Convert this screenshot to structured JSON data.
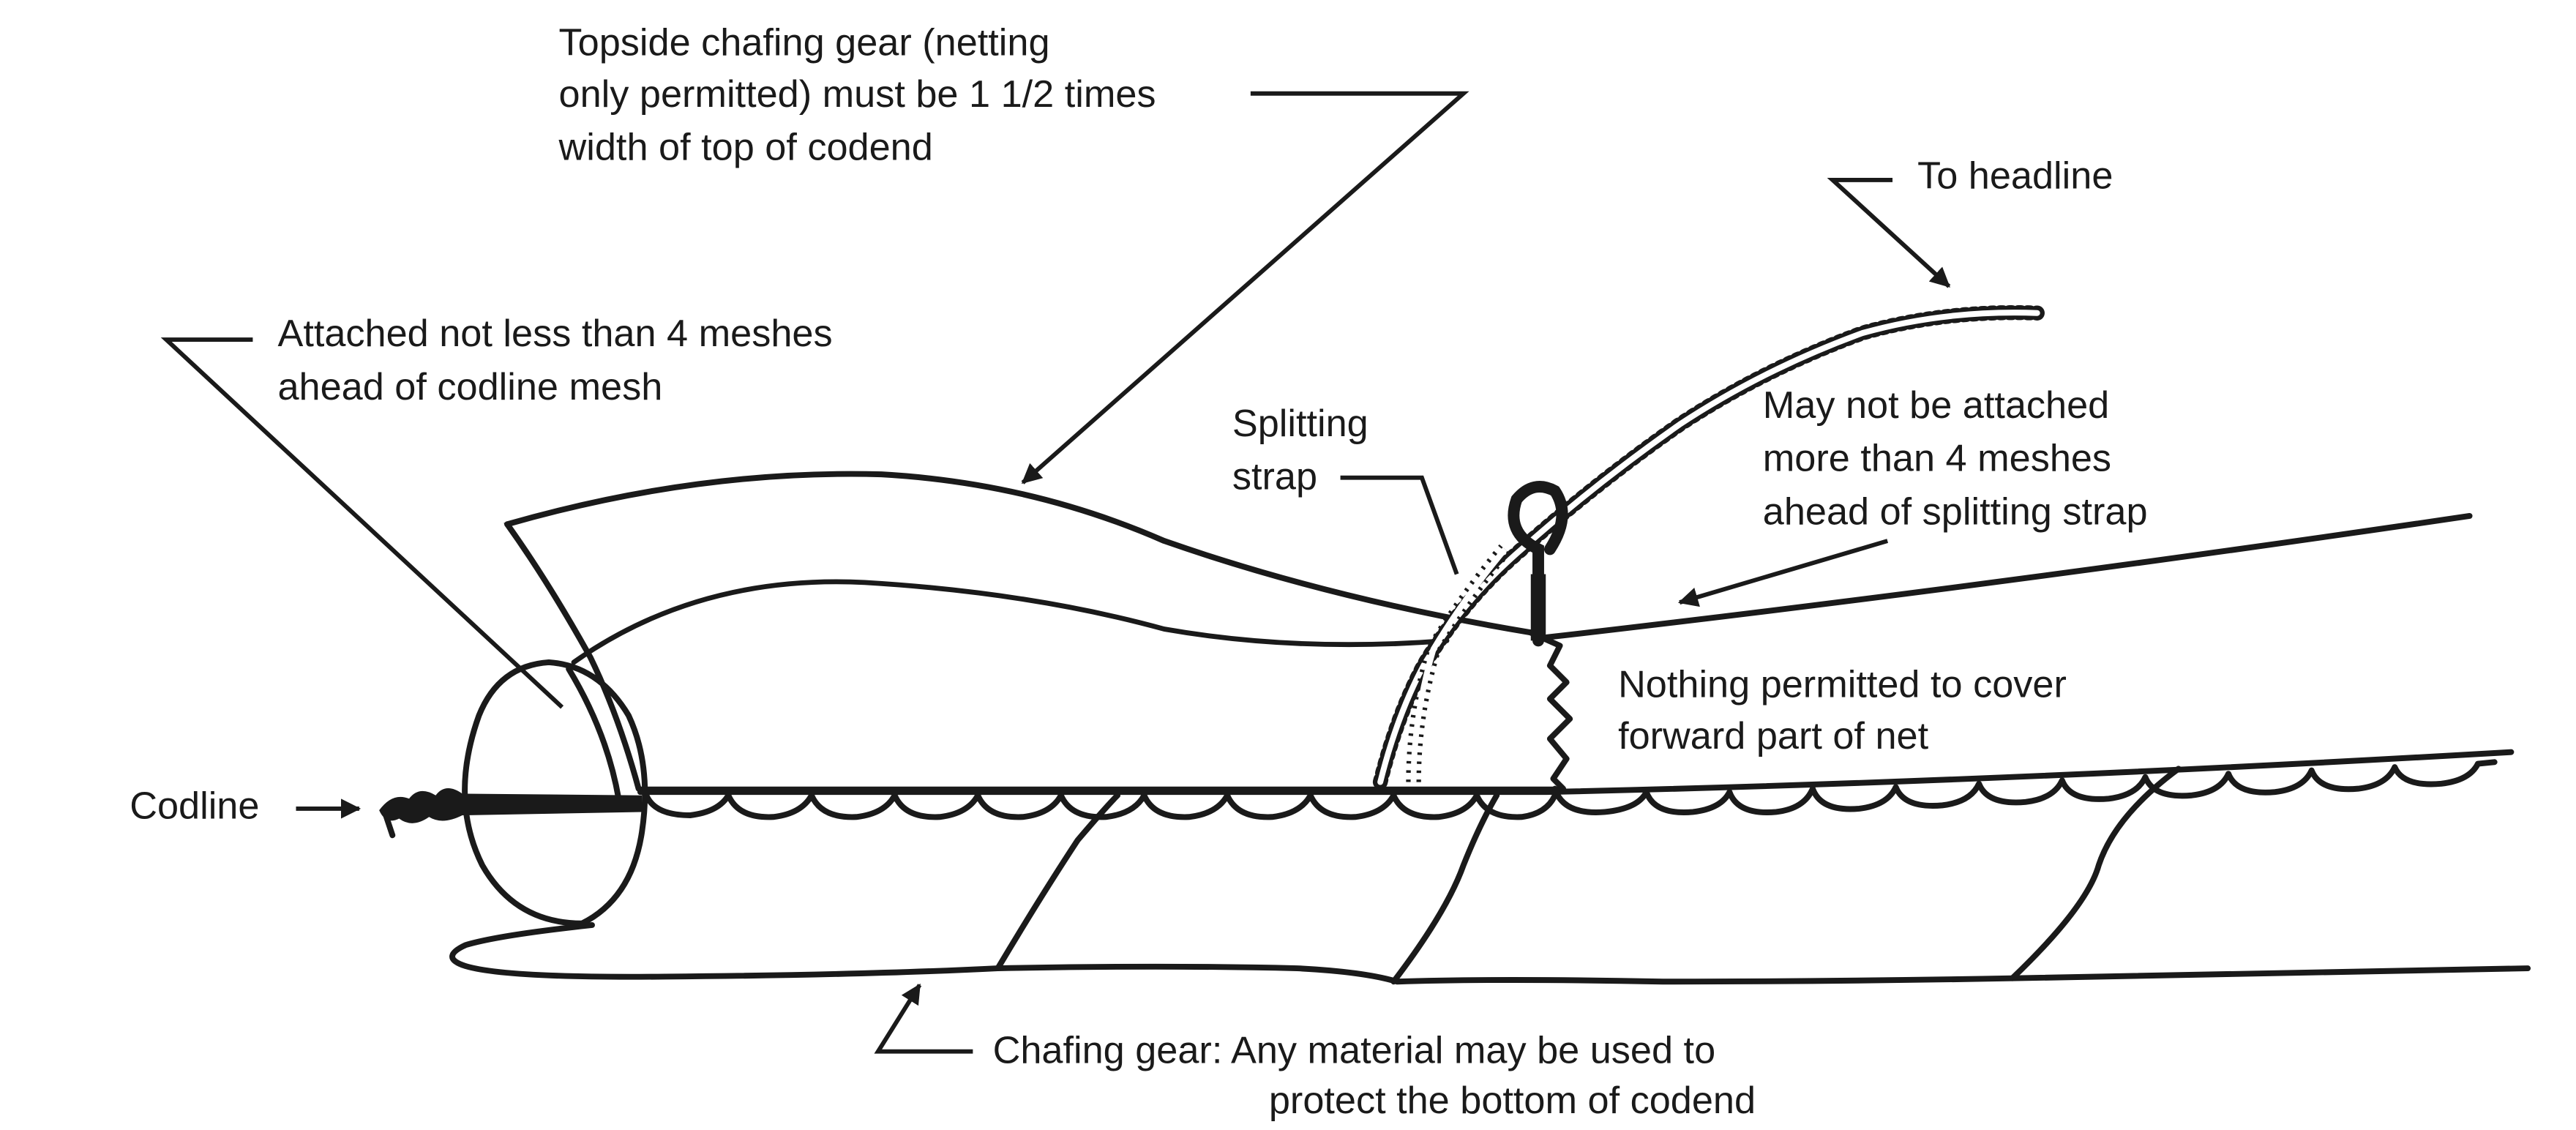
{
  "diagram": {
    "title": "Codend chafing gear arrangement",
    "colors": {
      "ink": "#1a1a1a",
      "background": "#ffffff"
    },
    "labels": {
      "topside": [
        "Topside chafing gear (netting",
        "only permitted) must be 1 1/2 times",
        "width of top of codend"
      ],
      "attached": [
        "Attached not less than 4 meshes",
        "ahead of codline mesh"
      ],
      "splitting_strap": [
        "Splitting",
        "strap"
      ],
      "headline": "To headline",
      "may_not": [
        "May not be attached",
        "more than 4 meshes",
        "ahead of splitting strap"
      ],
      "nothing": [
        "Nothing permitted to cover",
        "forward part of net"
      ],
      "codline": "Codline",
      "chafing": [
        "Chafing gear: Any material may be used to",
        "protect the bottom of codend"
      ]
    }
  }
}
